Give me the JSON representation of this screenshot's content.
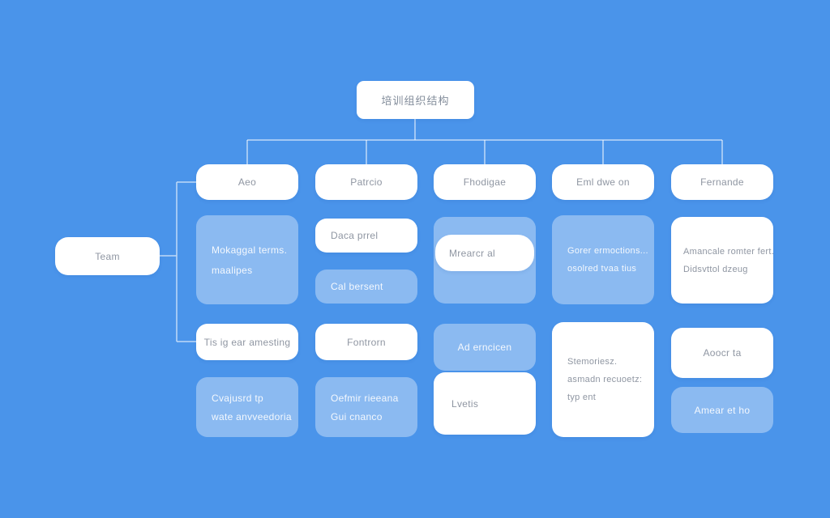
{
  "palette": {
    "background": "#4a94ea",
    "node_white": "#ffffff",
    "node_translucent": "rgba(255,255,255,0.36)",
    "connector": "rgba(255,255,255,0.65)",
    "text_on_white": "#8f96a2",
    "text_on_translucent": "rgba(255,255,255,0.90)"
  },
  "diagram": {
    "title": "培训组织结构",
    "left_node": "Team",
    "headers": [
      "Aeo",
      "Patrcio",
      "Fhodigae",
      "Eml dwe on",
      "Fernande"
    ],
    "nodes": {
      "c1_terms": [
        "Mokaggal terms.",
        "maalipes"
      ],
      "c1_amesting": [
        "Tis ig ear amesting"
      ],
      "c1_cvajusrd": [
        "Cvajusrd tp",
        "wate anvveedoria"
      ],
      "c2_dacaprrel": [
        "Daca prrel"
      ],
      "c2_calbersent": [
        "Cal bersent"
      ],
      "c2_fontrorn": [
        "Fontrorn"
      ],
      "c2_oefmir": [
        "Oefmir rieeana",
        "Gui cnanco"
      ],
      "c3_mrearcr": [
        "Mrearcr al"
      ],
      "c3_aderncicen": [
        "Ad erncicen"
      ],
      "c3_lvetis": [
        "Lvetis"
      ],
      "c4_gorer": [
        "Gorer ermoctions...",
        "osolred tvaa tius"
      ],
      "c4_stemoriesz": [
        "Stemoriesz.",
        "asmadn recuoetz:",
        "typ ent"
      ],
      "c5_amancale": [
        "Amancale romter fert.",
        "Didsvttol dzeug"
      ],
      "c5_aoocrta": [
        "Aoocr ta"
      ],
      "c5_amearetho": [
        "Amear et ho"
      ]
    }
  }
}
